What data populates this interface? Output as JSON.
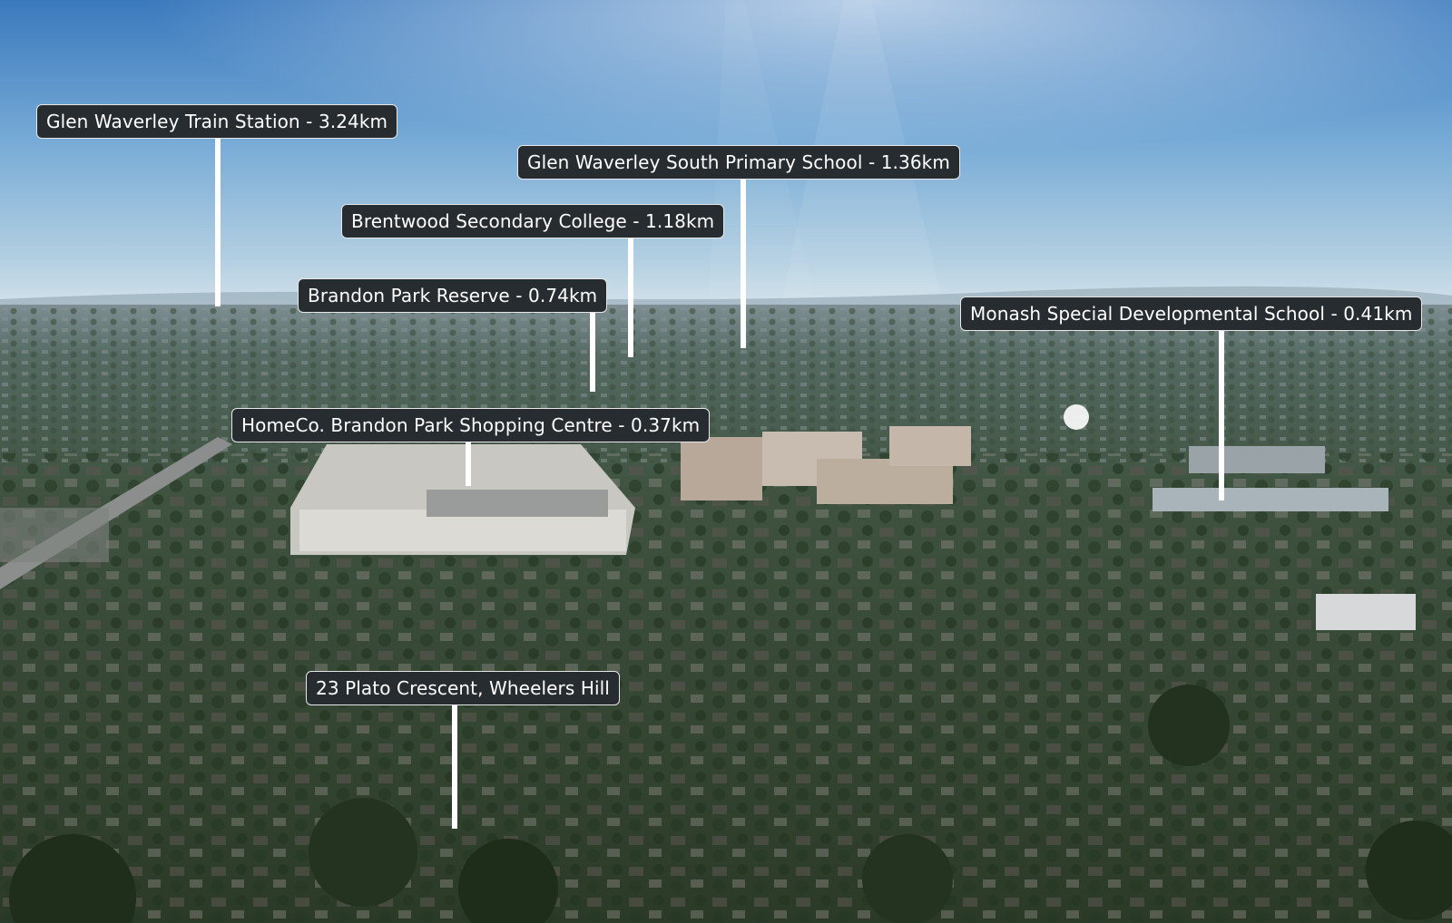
{
  "labels": {
    "glen_waverley_station": "Glen Waverley Train Station - 3.24km",
    "glen_waverley_south_primary": "Glen Waverley South Primary School - 1.36km",
    "brentwood_secondary": "Brentwood Secondary College - 1.18km",
    "brandon_park_reserve": "Brandon Park Reserve -  0.74km",
    "monash_special": "Monash Special Developmental School - 0.41km",
    "homeco_brandon_park": "HomeCo. Brandon Park Shopping Centre - 0.37km",
    "subject_property": "23 Plato Crescent, Wheelers Hill"
  },
  "colors": {
    "label_background": "#262c30",
    "label_text": "#ffffff",
    "pin_line": "#ffffff",
    "sky_top": "#3f7fbf",
    "sky_horizon": "#c9dce6"
  }
}
